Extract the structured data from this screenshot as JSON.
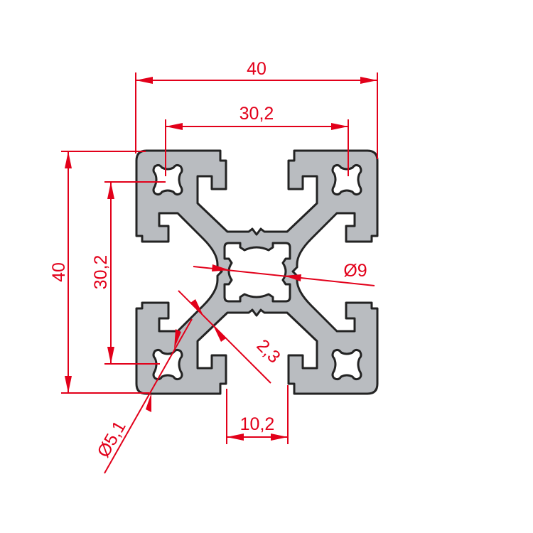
{
  "drawing": {
    "title": "40x40 aluminium extrusion profile cross-section",
    "colors": {
      "dimension": "#e2001a",
      "profile_fill": "#b9bcc0",
      "profile_outline": "#232323",
      "background": "#ffffff"
    },
    "dimensions": {
      "overall_width": "40",
      "slot_spacing_horizontal": "30,2",
      "overall_height": "40",
      "slot_spacing_vertical": "30,2",
      "center_bore_diameter": "Ø9",
      "wall_thickness": "2,3",
      "corner_bore_diameter": "Ø5,1",
      "slot_opening_width": "10,2"
    }
  }
}
